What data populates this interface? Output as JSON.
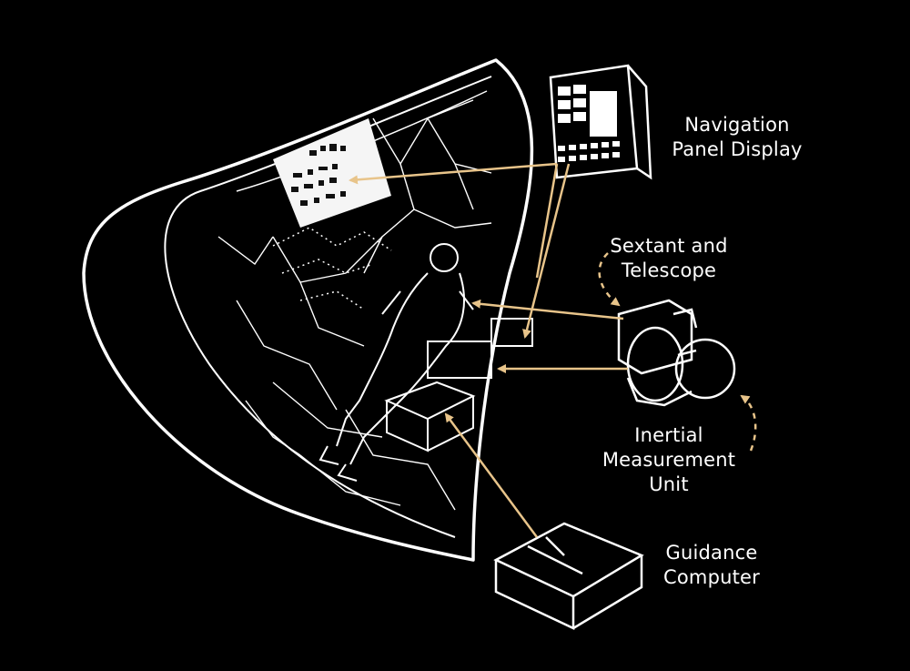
{
  "colors": {
    "background": "#000000",
    "line_art": "#ffffff",
    "connector": "#e8c48a"
  },
  "labels": {
    "navigation_panel": {
      "line1": "Navigation",
      "line2": "Panel Display"
    },
    "sextant": {
      "line1": "Sextant and",
      "line2": "Telescope"
    },
    "imu": {
      "line1": "Inertial",
      "line2": "Measurement",
      "line3": "Unit"
    },
    "computer": {
      "line1": "Guidance",
      "line2": "Computer"
    }
  }
}
